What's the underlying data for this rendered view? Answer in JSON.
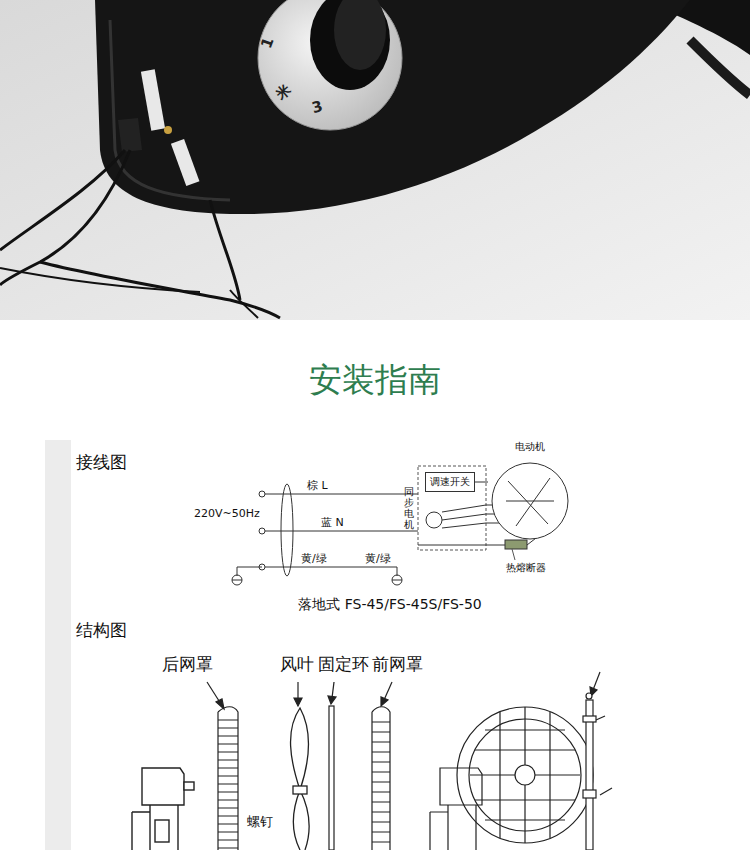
{
  "diagram": {
    "title": "安装指南",
    "caption": "落地式 FS-45/FS-45S/FS-50",
    "nodes": [
      {
        "text": [
          "调速开关"
        ]
      },
      {
        "text": [
          "电动机"
        ]
      },
      {
        "text": [
          "同步电机"
        ]
      }
    ],
    "edges": [
      {
        "from": 0,
        "to": 1,
        "arrow": "none"
      }
    ],
    "labels": [
      "1",
      "米",
      "3",
      "接线图",
      "220V~50Hz",
      "棕 L",
      "蓝 N",
      "黄/绿",
      "黄/绿",
      "热熔断器",
      "结构图",
      "后网罩",
      "风叶",
      "固定环",
      "前网罩",
      "螺钉"
    ]
  }
}
